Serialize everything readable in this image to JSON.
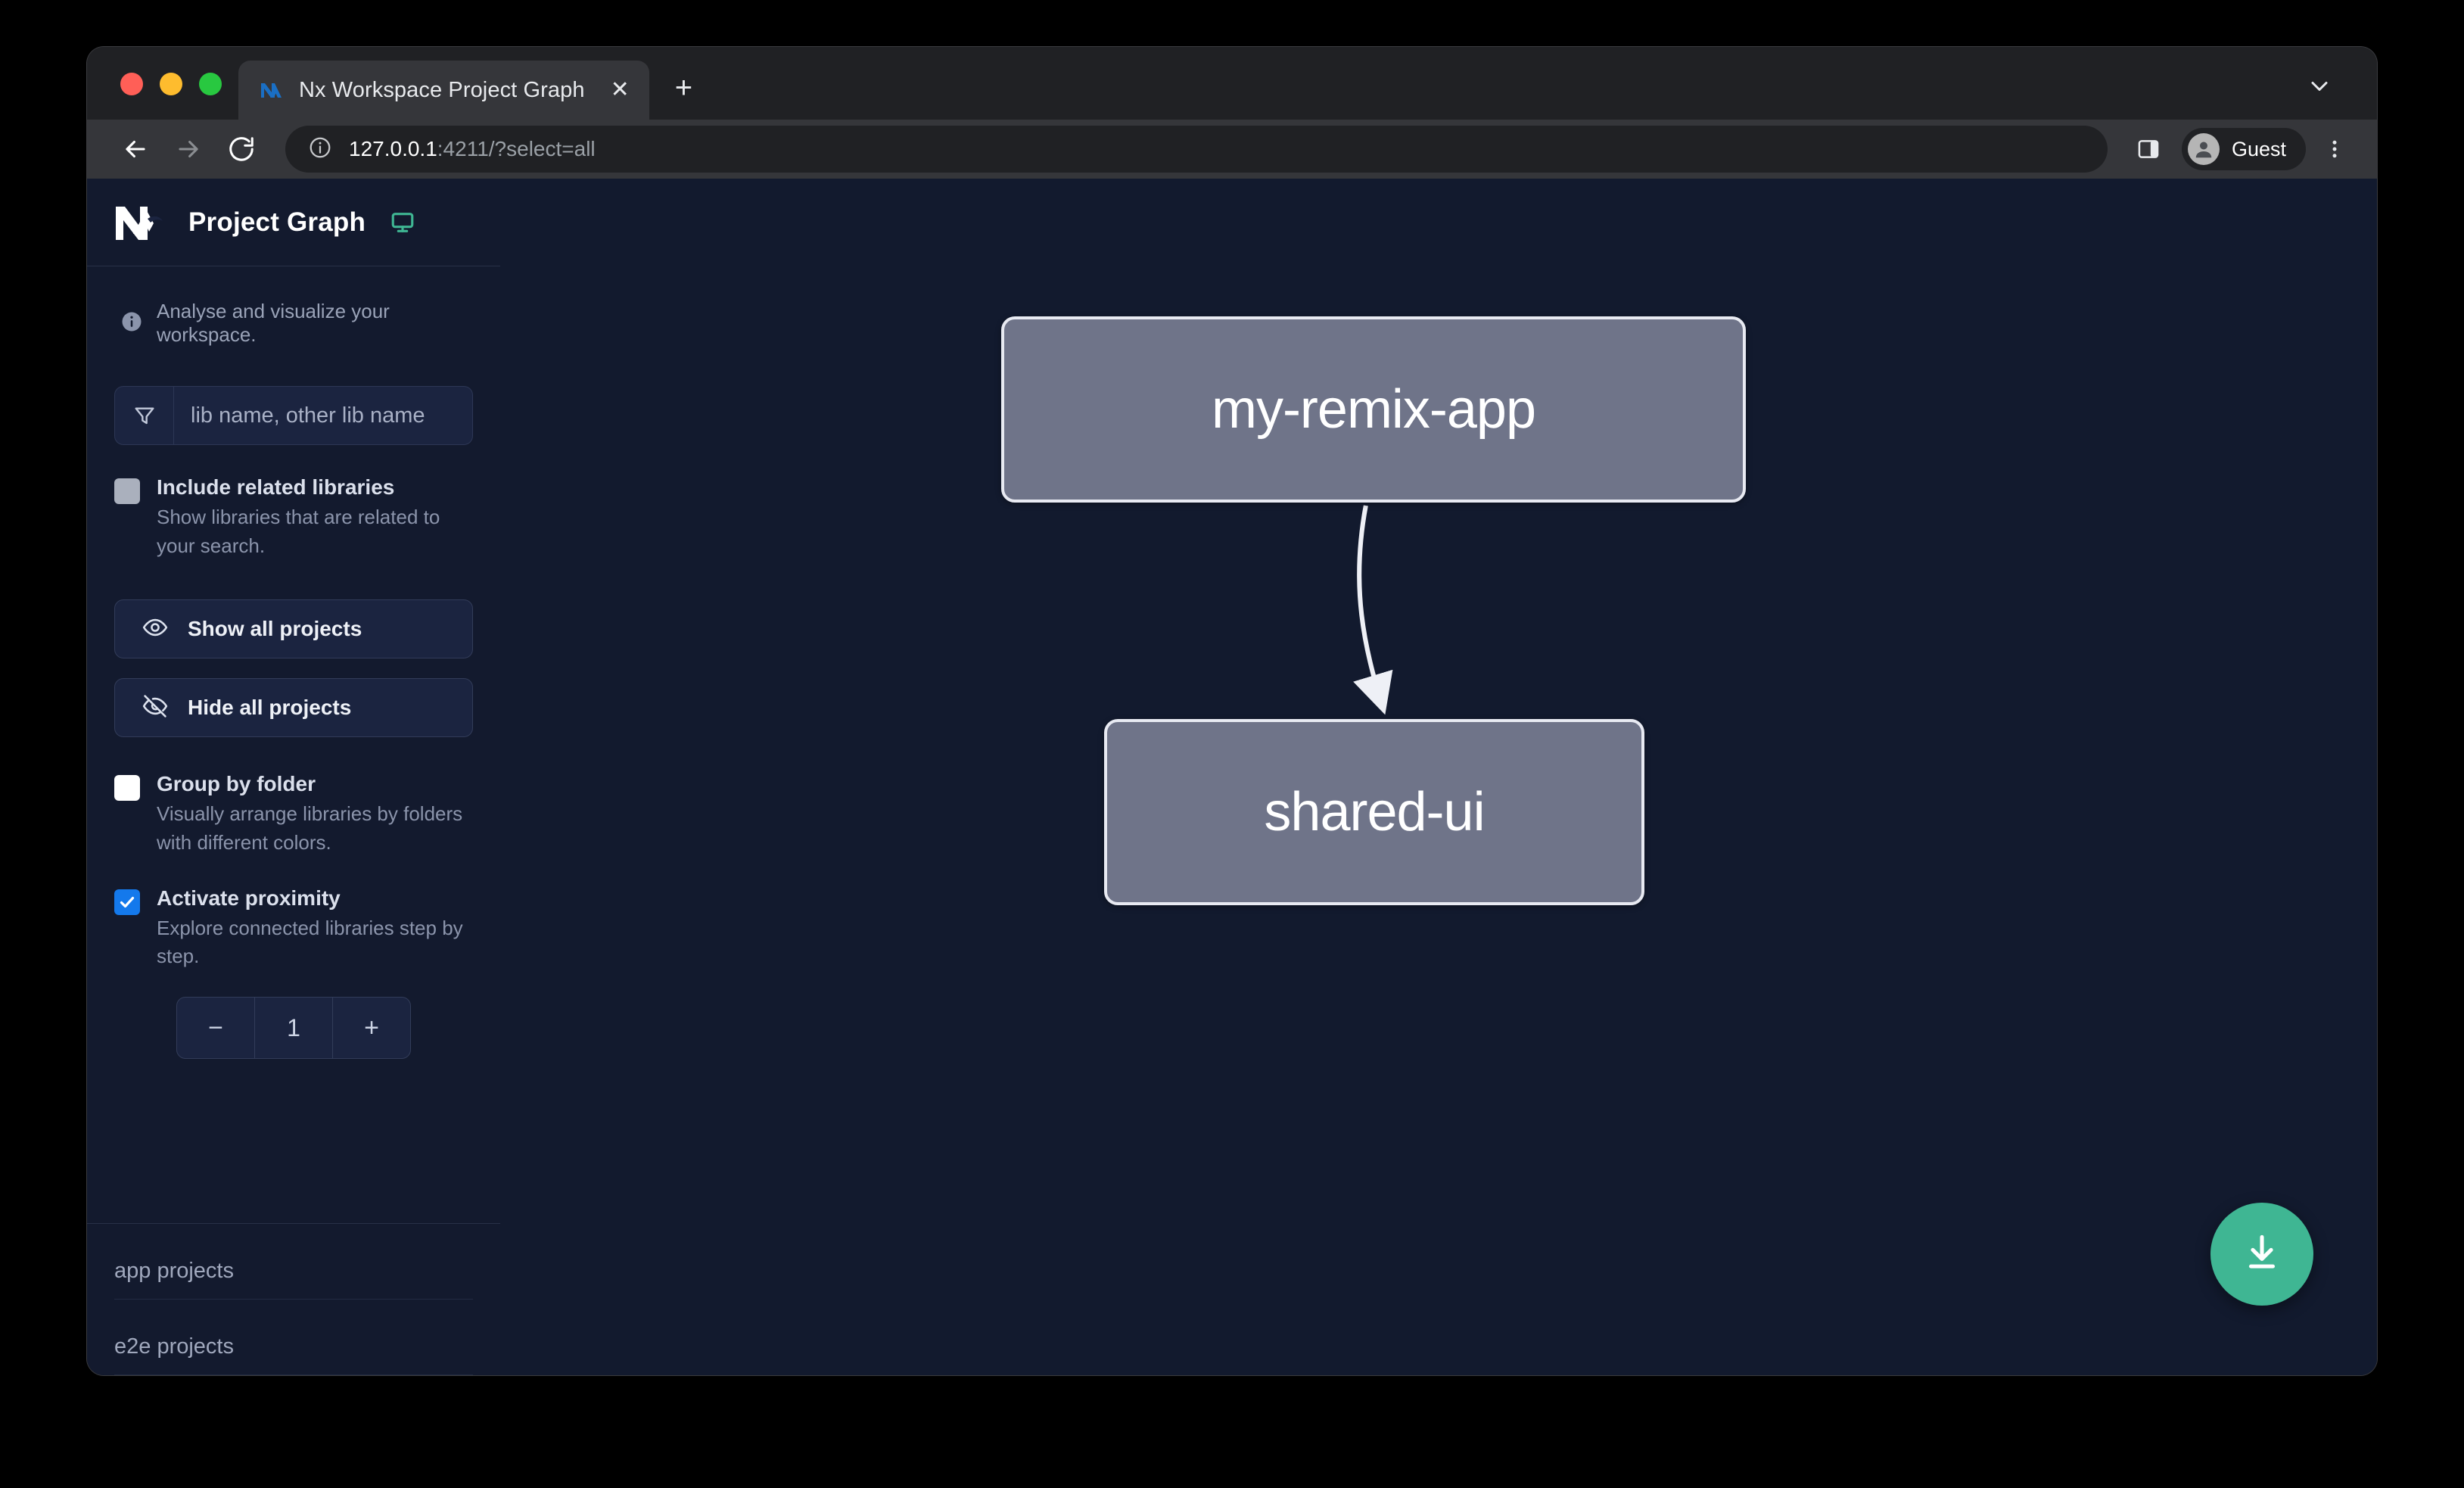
{
  "browser": {
    "tab": {
      "title": "Nx Workspace Project Graph",
      "favicon_name": "nx-favicon",
      "close_label": "✕"
    },
    "new_tab_label": "+",
    "omnibox": {
      "host": "127.0.0.1",
      "rest": ":4211/?select=all",
      "info_icon": "site-info-icon"
    },
    "profile": {
      "name": "Guest"
    },
    "icons": {
      "back": "back-arrow-icon",
      "forward": "forward-arrow-icon",
      "reload": "reload-icon",
      "side_panel": "side-panel-icon",
      "menu": "three-dot-menu-icon",
      "tabstrip_chevron": "chevron-down-icon"
    }
  },
  "sidebar": {
    "logo_name": "nx-logo",
    "title": "Project Graph",
    "display_icon": "monitor-icon",
    "hint": "Analyse and visualize your workspace.",
    "filter": {
      "icon": "filter-funnel-icon",
      "placeholder": "lib name, other lib name",
      "value": ""
    },
    "options": [
      {
        "id": "include-related-libraries",
        "title": "Include related libraries",
        "description": "Show libraries that are related to your search.",
        "checked": false,
        "style": "gray"
      },
      {
        "id": "group-by-folder",
        "title": "Group by folder",
        "description": "Visually arrange libraries by folders with different colors.",
        "checked": false,
        "style": "white"
      },
      {
        "id": "activate-proximity",
        "title": "Activate proximity",
        "description": "Explore connected libraries step by step.",
        "checked": true,
        "style": "blue"
      }
    ],
    "buttons": [
      {
        "id": "show-all-projects",
        "label": "Show all projects",
        "icon": "eye-icon"
      },
      {
        "id": "hide-all-projects",
        "label": "Hide all projects",
        "icon": "eye-off-icon"
      }
    ],
    "stepper": {
      "decrement_label": "−",
      "value": "1",
      "increment_label": "+"
    },
    "project_groups": [
      {
        "id": "app-projects",
        "label": "app projects"
      },
      {
        "id": "e2e-projects",
        "label": "e2e projects"
      }
    ]
  },
  "graph": {
    "nodes": [
      {
        "id": "my-remix-app",
        "label": "my-remix-app"
      },
      {
        "id": "shared-ui",
        "label": "shared-ui"
      }
    ],
    "edges": [
      {
        "from": "my-remix-app",
        "to": "shared-ui"
      }
    ],
    "download_button": {
      "icon": "download-icon",
      "color": "#3fb693"
    }
  },
  "colors": {
    "accent_green": "#3fb693",
    "checkbox_blue": "#1479ec",
    "node_fill": "#6f7489",
    "node_border": "#e8eaf2",
    "canvas_bg": "#121a2e",
    "sidebar_bg": "#131a2e"
  }
}
